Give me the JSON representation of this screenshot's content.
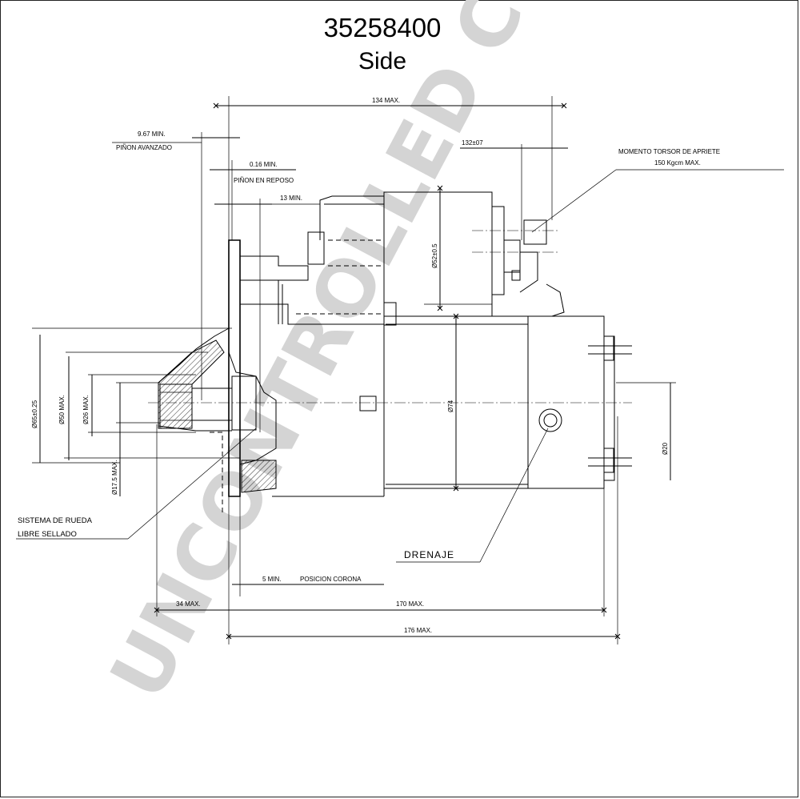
{
  "title": {
    "part_number": "35258400",
    "view": "Side"
  },
  "watermark": "UNCONTROLLED COPY",
  "dimensions": {
    "d134": "134 MAX.",
    "d967": "9.67 MIN.",
    "pinon_avanzado": "PIÑON AVANZADO",
    "d016": "0.16 MIN.",
    "pinon_reposo": "PIÑON EN REPOSO",
    "d13": "13 MIN.",
    "d132": "132±07",
    "torque_label": "MOMENTO TORSOR DE APRIETE",
    "torque_value": "150 Kgcm MAX.",
    "d52": "Ø52±0.5",
    "d65": "Ø65±0.25",
    "d50": "Ø50 MAX.",
    "d26": "Ø26 MAX.",
    "d175": "Ø17.5 MAX.",
    "d74": "Ø74",
    "d20": "Ø20",
    "sistema_1": "SISTEMA DE RUEDA",
    "sistema_2": "LIBRE SELLADO",
    "drenaje": "DRENAJE",
    "d5": "5 MIN.",
    "posicion_corona": "POSICION CORONA",
    "d34": "34 MAX.",
    "d170": "170 MAX.",
    "d176": "176 MAX."
  }
}
